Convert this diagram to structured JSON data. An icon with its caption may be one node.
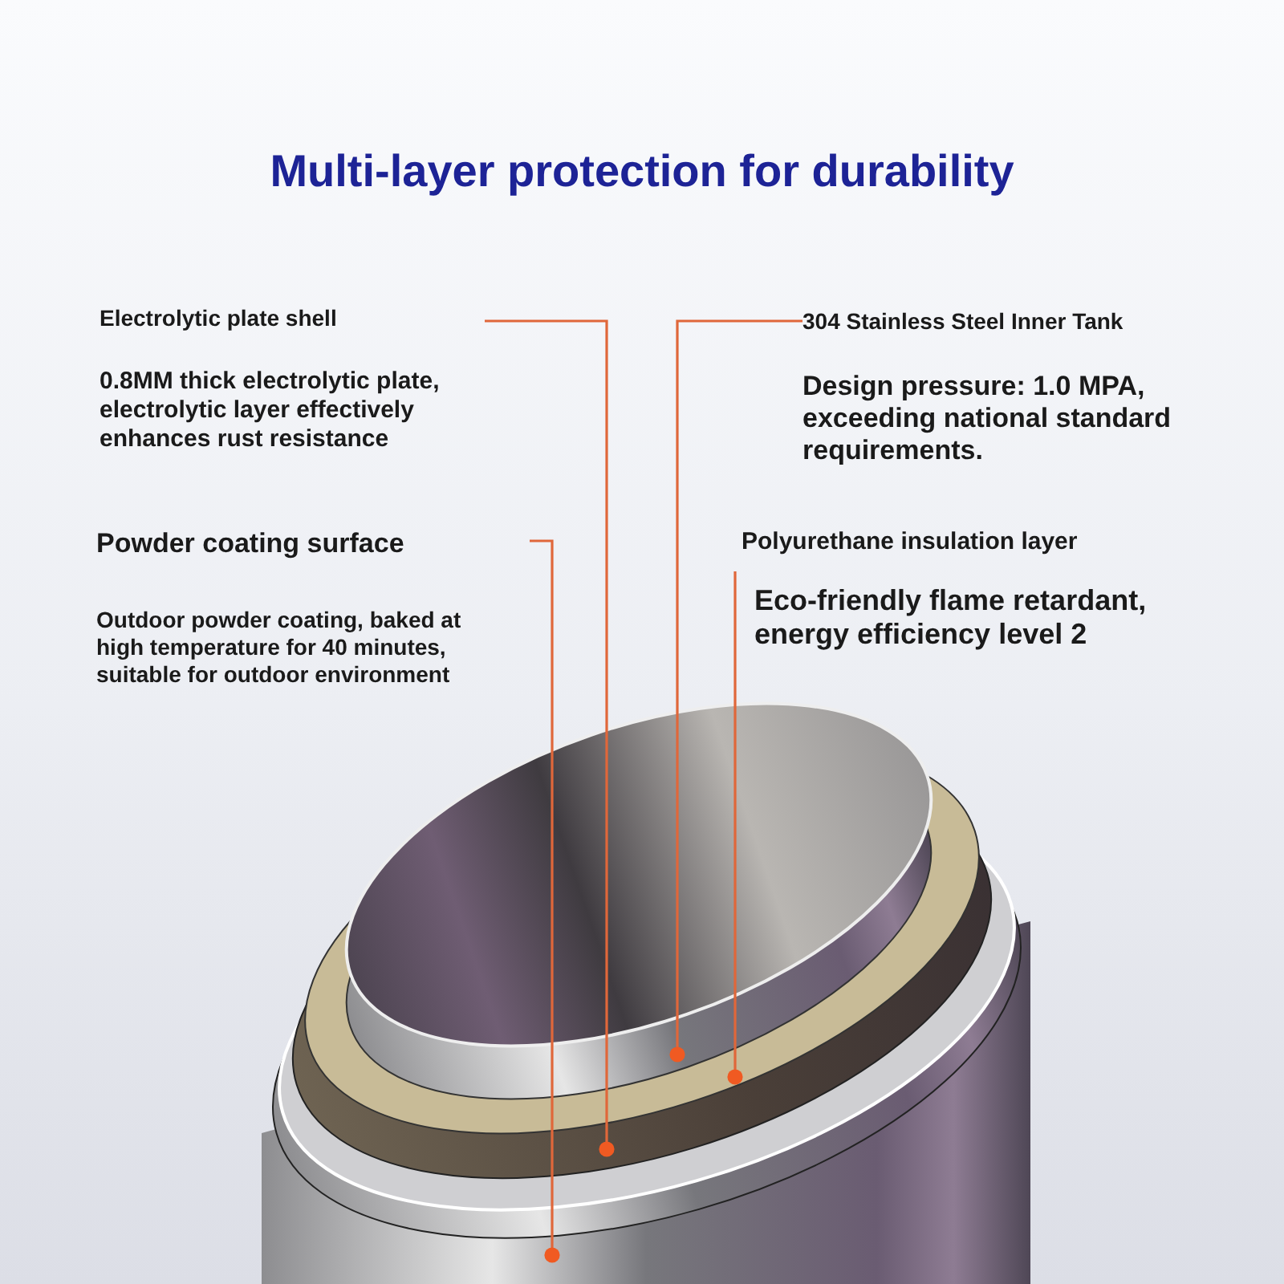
{
  "diagram": {
    "title": "Multi-layer protection for durability",
    "nodes": [
      {
        "text": [
          "Electrolytic plate shell",
          "0.8MM thick electrolytic plate, electrolytic layer effectively enhances rust resistance"
        ]
      },
      {
        "text": [
          "Powder coating surface",
          "Outdoor powder coating, baked at high temperature for 40 minutes, suitable for outdoor environment"
        ]
      },
      {
        "text": [
          "304 Stainless Steel Inner Tank",
          "Design pressure: 1.0 MPA, exceeding national standard requirements."
        ]
      },
      {
        "text": [
          "Polyurethane insulation layer",
          "Eco-friendly flame retardant, energy efficiency level 2"
        ]
      }
    ],
    "edges": [
      {
        "from": 0,
        "to": null,
        "arrow": "other"
      },
      {
        "from": 1,
        "to": null,
        "arrow": "other"
      },
      {
        "from": 2,
        "to": null,
        "arrow": "other"
      },
      {
        "from": 3,
        "to": null,
        "arrow": "other"
      }
    ]
  }
}
